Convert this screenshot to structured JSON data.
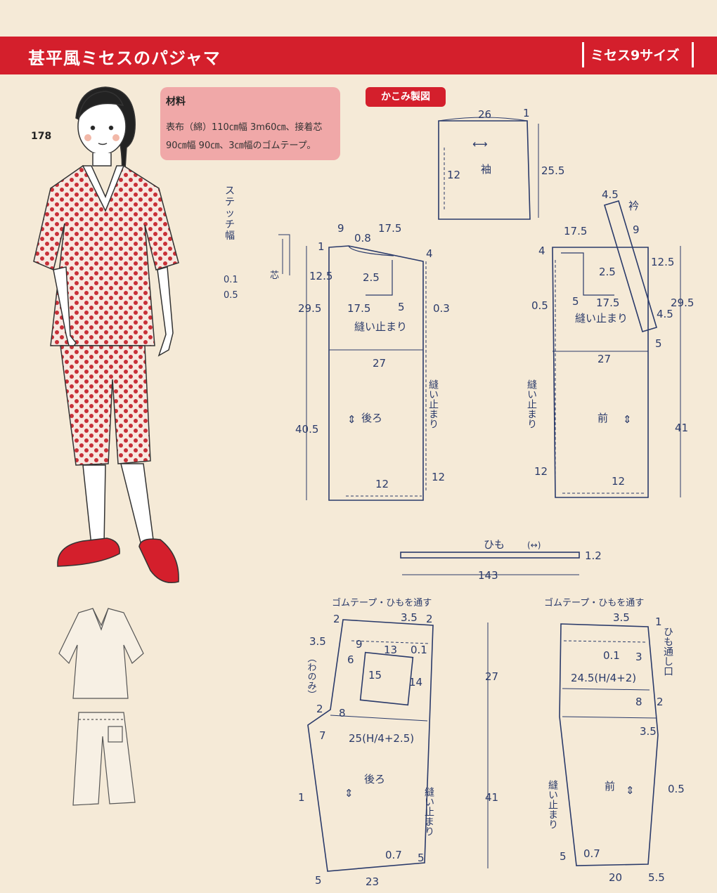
{
  "header": {
    "title": "甚平風ミセスのパジャマ",
    "series": "ミセス9サイズ"
  },
  "item_number": "178",
  "materials": {
    "heading": "材料",
    "line1": "表布（綿）110㎝幅 3m60㎝、接着芯",
    "line2": "90㎝幅 90㎝、3㎝幅のゴムテープ。"
  },
  "stitch_note": {
    "label": "ステッチ幅",
    "values": [
      "0.1",
      "0.5"
    ],
    "core_label": "芯"
  },
  "drafting_badge": "かこみ製図",
  "sleeve": {
    "name": "袖",
    "width": "26",
    "height": "25.5",
    "hem": "12",
    "corner": "1"
  },
  "collar": {
    "name": "衿",
    "top": "4.5",
    "bottom": "4.5",
    "width": "9",
    "len": "5"
  },
  "back_body": {
    "name": "後ろ",
    "top_left": "9",
    "top_mid": "17.5",
    "neck": "0.8",
    "shoulder": "1",
    "shoulder_r": "4",
    "neck_depth": "12.5",
    "arm": "2.5",
    "inner": "17.5",
    "inner5": "5",
    "side": "0.3",
    "upper_len": "29.5",
    "width": "27",
    "lower_len": "40.5",
    "hem": "12",
    "slit": "12",
    "stop": "縫い止まり",
    "stop2": "縫い止まり"
  },
  "front_body": {
    "name": "前",
    "shoulder": "17.5",
    "shoulder_l": "4",
    "neck_depth": "12.5",
    "arm": "2.5",
    "inner": "17.5",
    "inner5": "5",
    "side": "0.5",
    "upper_len": "29.5",
    "width": "27",
    "lower_len": "41",
    "hem": "12",
    "slit": "12",
    "stop": "縫い止まり",
    "stop2": "縫い止まり",
    "side_5": "5"
  },
  "tie": {
    "name": "ひも",
    "length": "143",
    "width": "1.2",
    "arrow": "(↔)"
  },
  "back_pants": {
    "name": "後ろ",
    "note": "ゴムテープ・ひもを通す",
    "waist": "3.5",
    "corner_l": "2",
    "corner_r": "2",
    "rise": "3.5",
    "fold": "（わのみ）",
    "pocket_w": "13",
    "pocket_h": "15",
    "pocket_r": "14",
    "pocket_top": "9",
    "p6": "6",
    "p01": "0.1",
    "crotch": "2",
    "c8": "8",
    "c7": "7",
    "hip": "25(H/4+2.5)",
    "upper": "27",
    "lower": "41",
    "inseam": "1",
    "hem": "23",
    "hem_l": "5",
    "hem_r": "5",
    "hem07": "0.7",
    "stop": "縫い止まり"
  },
  "front_pants": {
    "name": "前",
    "note": "ゴムテープ・ひもを通す",
    "waist": "3.5",
    "corner": "1",
    "p01": "0.1",
    "p3": "3",
    "loop": "ひも通し口",
    "hip": "24.5(H/4+2)",
    "c8": "8",
    "c2": "2",
    "c35": "3.5",
    "side": "0.5",
    "hem": "20",
    "hem_r": "5.5",
    "hem07": "0.7",
    "hem_l": "5",
    "stop": "縫い止まり"
  },
  "colors": {
    "banner": "#d41f2c",
    "paper": "#f5ead7",
    "ink": "#2a3a6a",
    "material_box": "#f0a8a8",
    "dots": "#c83038"
  }
}
